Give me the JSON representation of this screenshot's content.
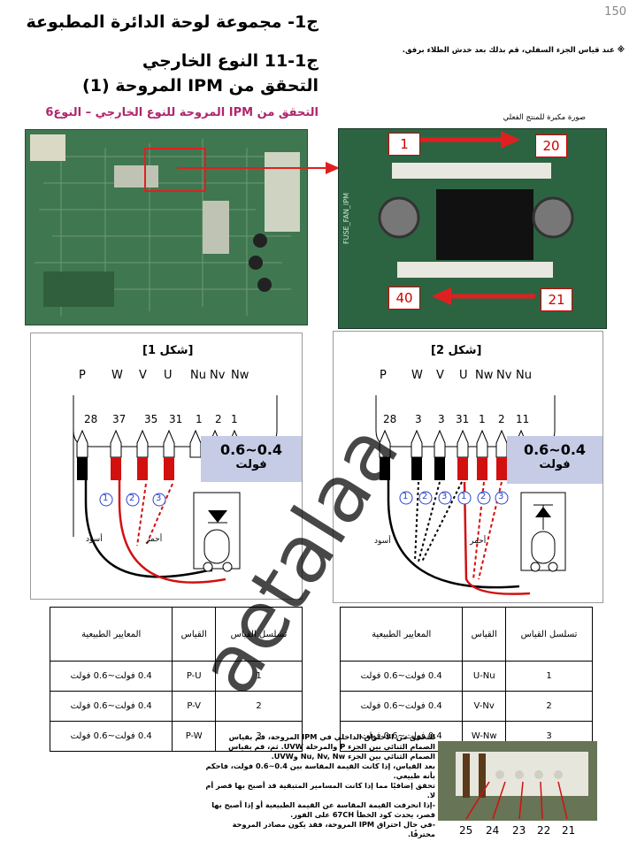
{
  "page_number": "150",
  "headings": {
    "title": "ج1- مجموعة لوحة الدائرة المطبوعة",
    "section": "ج1-11 النوع الخارجي",
    "check": "التحقق من IPM المروحة (1)",
    "subtitle": "التحقق من IPM المروحة للنوع الخارجي – النوع6"
  },
  "note": "※ عند قياس الجزء السفلي، قم بذلك بعد خدش الطلاء برفق.",
  "photo_caption": "صورة مكبرة للمنتج الفعلي",
  "photo_labels": {
    "pin_1": "1",
    "pin_20": "20",
    "pin_21": "21",
    "pin_40": "40",
    "board_text": "FUSE_FAN_IPM"
  },
  "diagram1": {
    "title": "[شكل 1]",
    "terminals": [
      "P",
      "W",
      "V",
      "U",
      "Nu",
      "Nv",
      "Nw"
    ],
    "pins": [
      "28",
      "37",
      "35",
      "31",
      "1",
      "2",
      "1"
    ],
    "circles": [
      "1",
      "2",
      "3"
    ],
    "black_label": "أسود",
    "red_label": "أحمر",
    "voltage": "0.6~0.4",
    "unit": "فولت"
  },
  "diagram2": {
    "title": "[شكل 2]",
    "terminals": [
      "P",
      "W",
      "V",
      "U",
      "Nw",
      "Nv",
      "Nu"
    ],
    "pins": [
      "28",
      "3",
      "3",
      "31",
      "1",
      "2",
      "11"
    ],
    "circles": [
      "1",
      "2",
      "3",
      "1",
      "2",
      "3"
    ],
    "black_label": "أسود",
    "red_label": "أحمر",
    "voltage": "0.6~0.4",
    "unit": "فولت"
  },
  "table1": {
    "headers": [
      "تسلسل القياس",
      "القياس",
      "المعايير الطبيعية"
    ],
    "rows": [
      [
        "1",
        "P-U",
        "0.4 فولت~0.6 فولت"
      ],
      [
        "2",
        "P-V",
        "0.4 فولت~0.6 فولت"
      ],
      [
        "3",
        "P-W",
        "0.4 فولت~0.6 فولت"
      ]
    ]
  },
  "table2": {
    "headers": [
      "تسلسل القياس",
      "القياس",
      "المعايير الطبيعية"
    ],
    "rows": [
      [
        "1",
        "U-Nu",
        "0.4 فولت~0.6 فولت"
      ],
      [
        "2",
        "V-Nv",
        "0.4 فولت~0.6 فولت"
      ],
      [
        "3",
        "W-Nw",
        "0.4 فولت~0.6 فولت"
      ]
    ]
  },
  "bottom_text": [
    "للتحقق من الاحتراق الداخلي في IPM المروحة، قم بقياس الصمام الثنائي بين الجزء P والمرحلة UVW. ثم، قم بقياس الصمام الثنائي بين الجزء Nu, Nv, Nw وUVW.",
    "بعد القياس، إذا كانت القيمة المقاسة بين 0.4~0.6 فولت، فاحكم بأنه طبيعي.",
    "تحقق إضافيًا مما إذا كانت المسامير المتبقية قد أصبح بها قصر أم لا.",
    "-إذا انحرفت القيمة المقاسة عن القيمة الطبيعية أو إذا أصبح بها قصر، يحدث كود الخطأ 67CH على الفور.",
    "-في حال احتراق IPM المروحة، فقد يكون مصادر المروحة محترقًا."
  ],
  "bottom_photo_numbers": [
    "25",
    "24",
    "23",
    "22",
    "21"
  ],
  "watermark": "aetalaa",
  "colors": {
    "subtitle": "#b0246b",
    "arrow": "#e02020",
    "voltage_box": "#c6cbe6"
  }
}
